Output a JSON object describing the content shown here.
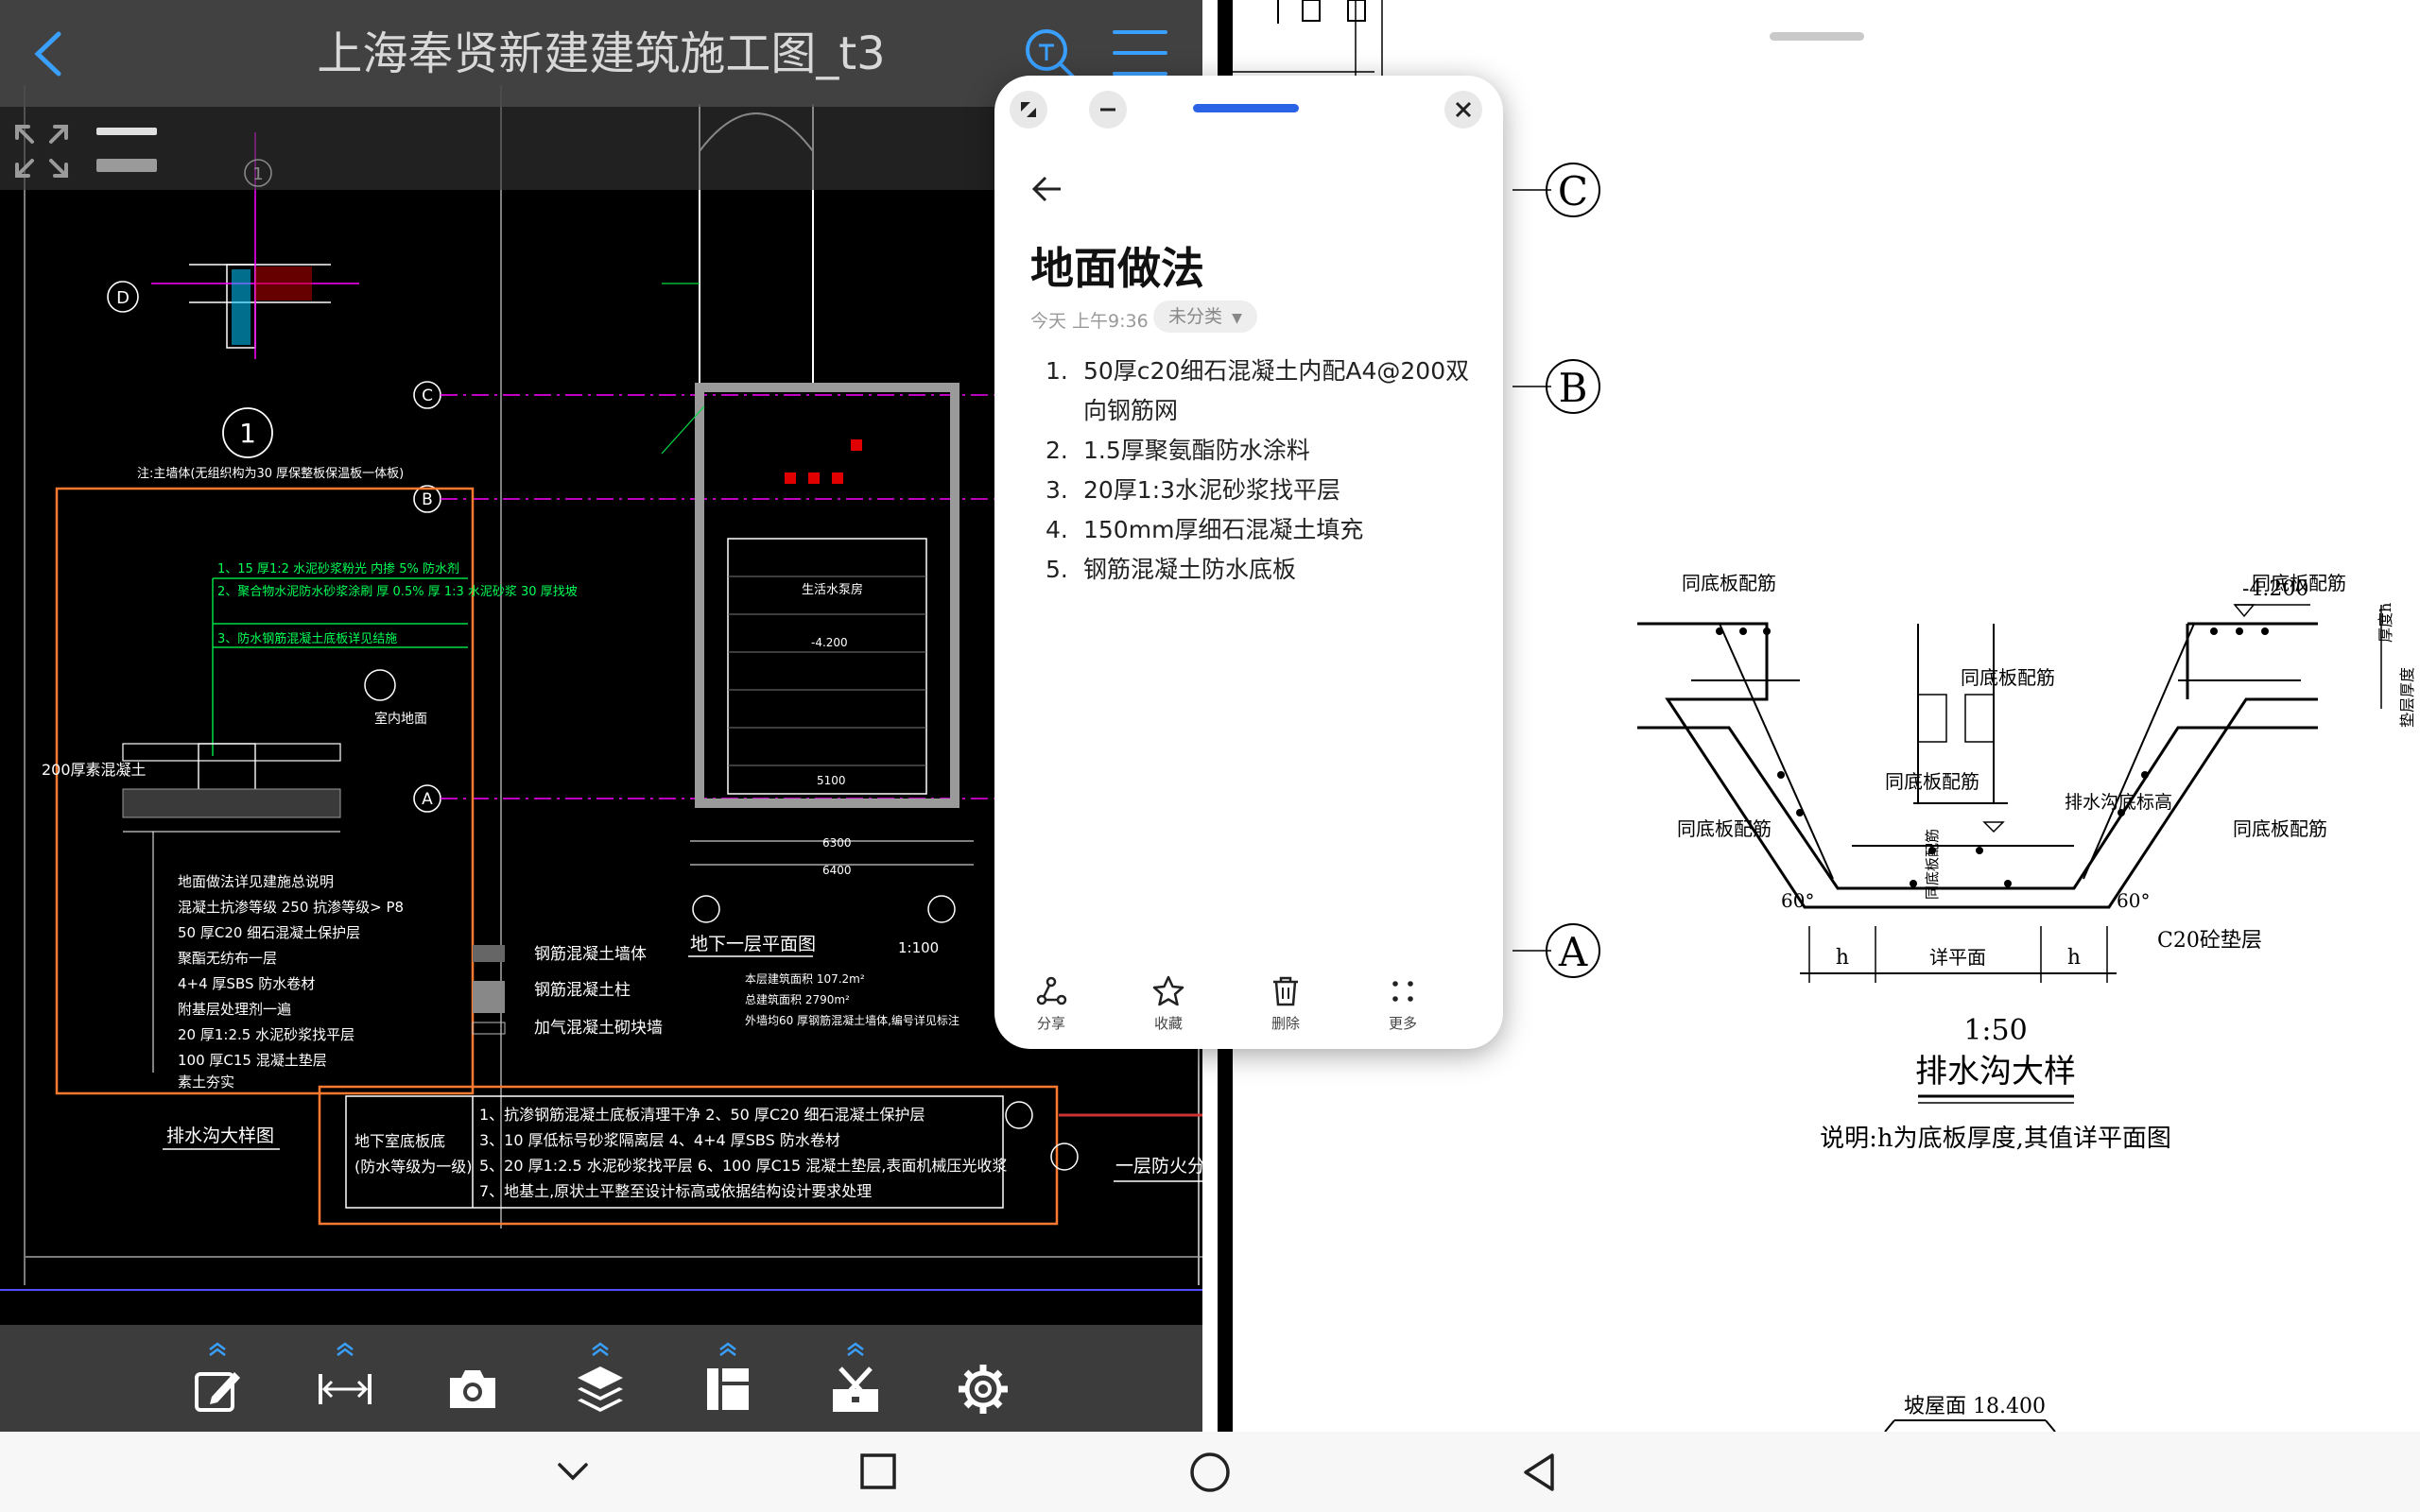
{
  "cad": {
    "title": "上海奉贤新建建筑施工图_t3",
    "labels": {
      "grid_1_top": "1",
      "grid_D": "D",
      "grid_C": "C",
      "grid_B": "B",
      "grid_A": "A",
      "circle_1_detail": "1",
      "note_wall": "注:主墙体(无组织构为30 厚保整板保温板一体板)",
      "note_layer1": "1、15 厚1:2 水泥砂浆粉光 内掺 5% 防水剂",
      "note_layer2": "2、聚合物水泥防水砂浆涂刷 厚 0.5% 厚 1:3 水泥砂浆 30 厚找坡",
      "note_layer3": "3、防水钢筋混凝土底板详见结施",
      "slab_200": "200厚素混凝土",
      "indoor_floor": "室内地面",
      "layer_a": "地面做法详见建施总说明",
      "layer_b": "混凝土抗渗等级 250 抗渗等级> P8",
      "layer_c": "50 厚C20 细石混凝土保护层",
      "layer_d": "聚酯无纺布一层",
      "layer_e": "4+4 厚SBS 防水卷材",
      "layer_f": "附基层处理剂一遍",
      "layer_g": "20 厚1:2.5 水泥砂浆找平层",
      "layer_h": "100 厚C15 混凝土垫层",
      "layer_i": "素土夯实",
      "drain_caption": "排水沟大样图",
      "legend_wall": "钢筋混凝土墙体",
      "legend_column": "钢筋混凝土柱",
      "legend_block": "加气混凝土砌块墙",
      "plan_title": "地下一层平面图",
      "plan_scale": "1:100",
      "plan_note1": "本层建筑面积 107.2m²",
      "plan_note2": "总建筑面积 2790m²",
      "plan_note3": "外墙均60 厚钢筋混凝土墙体,编号详见标注",
      "tank_label": "生活水泵房",
      "dim_6300": "6300",
      "dim_6400": "6400",
      "dim_5100": "5100",
      "neg_4200": "-4.200",
      "box_left1": "地下室底板底",
      "box_left2": "(防水等级为一级)",
      "box_line1": "1、抗渗钢筋混凝土底板清理干净  2、50 厚C20 细石混凝土保护层",
      "box_line2": "3、10 厚低标号砂浆隔离层      4、4+4 厚SBS 防水卷材",
      "box_line3": "5、20 厚1:2.5 水泥砂浆找平层  6、100 厚C15 混凝土垫层,表面机械压光收浆",
      "box_line4": "7、地基土,原状土平整至设计标高或依据结构设计要求处理",
      "fire_zone": "一层防火分区"
    },
    "tools": [
      "edit-icon",
      "measure-icon",
      "camera-icon",
      "layers-icon",
      "layout-icon",
      "toolbox-icon",
      "settings-icon"
    ]
  },
  "notes": {
    "title": "地面做法",
    "meta_time": "今天 上午9:36",
    "category": "未分类",
    "items": [
      {
        "num": "1.",
        "text": "50厚c20细石混凝土内配A4@200双向钢筋网"
      },
      {
        "num": "2.",
        "text": "1.5厚聚氨酯防水涂料"
      },
      {
        "num": "3.",
        "text": "20厚1:3水泥砂浆找平层"
      },
      {
        "num": "4.",
        "text": "150mm厚细石混凝土填充"
      },
      {
        "num": "5.",
        "text": "钢筋混凝土防水底板"
      }
    ],
    "actions": {
      "share": "分享",
      "favorite": "收藏",
      "delete": "删除",
      "more": "更多"
    }
  },
  "detail": {
    "axis_C": "C",
    "axis_B": "B",
    "axis_A": "A",
    "same_bottom_left": "同底板配筋",
    "same_bottom_right": "同底板配筋",
    "same_bottom_mid": "同底板配筋",
    "same_bottom_mid2": "同底板配筋",
    "same_bottom_lower_left": "同底板配筋",
    "same_bottom_lower_right": "同底板配筋",
    "elev": "-4.200",
    "thickness": "厚度h",
    "cushion_thick": "垫层厚度",
    "trench_bottom": "排水沟底标高",
    "deepen": "同底板配筋",
    "angle_left": "60°",
    "angle_right": "60°",
    "h_left": "h",
    "h_right": "h",
    "plan_ref": "详平面",
    "c20": "C20砼垫层",
    "scale": "1:50",
    "title": "排水沟大样",
    "note": "说明:h为底板厚度,其值详平面图",
    "roof": "坡屋面 18.400"
  }
}
